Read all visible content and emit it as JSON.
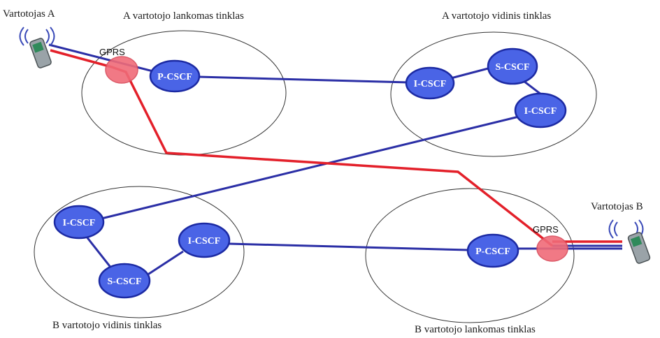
{
  "networks": {
    "a_visited": "A vartotojo lankomas tinklas",
    "a_home": "A vartotojo vidinis tinklas",
    "b_home": "B vartotojo vidinis tinklas",
    "b_visited": "B vartotojo lankomas tinklas"
  },
  "users": {
    "a": "Vartotojas A",
    "b": "Vartotojas B"
  },
  "nodes": {
    "a_pcscf": "P-CSCF",
    "a_icscf_1": "I-CSCF",
    "a_scscf": "S-CSCF",
    "a_icscf_2": "I-CSCF",
    "b_icscf_1": "I-CSCF",
    "b_scscf": "S-CSCF",
    "b_icscf_2": "I-CSCF",
    "b_pcscf": "P-CSCF"
  },
  "gprs": {
    "a": "GPRS",
    "b": "GPRS"
  },
  "colors": {
    "signaling_link": "#2b2fa6",
    "media_path": "#e3202a",
    "node_fill": "#4a64e6",
    "gprs_fill": "#f06b78"
  }
}
